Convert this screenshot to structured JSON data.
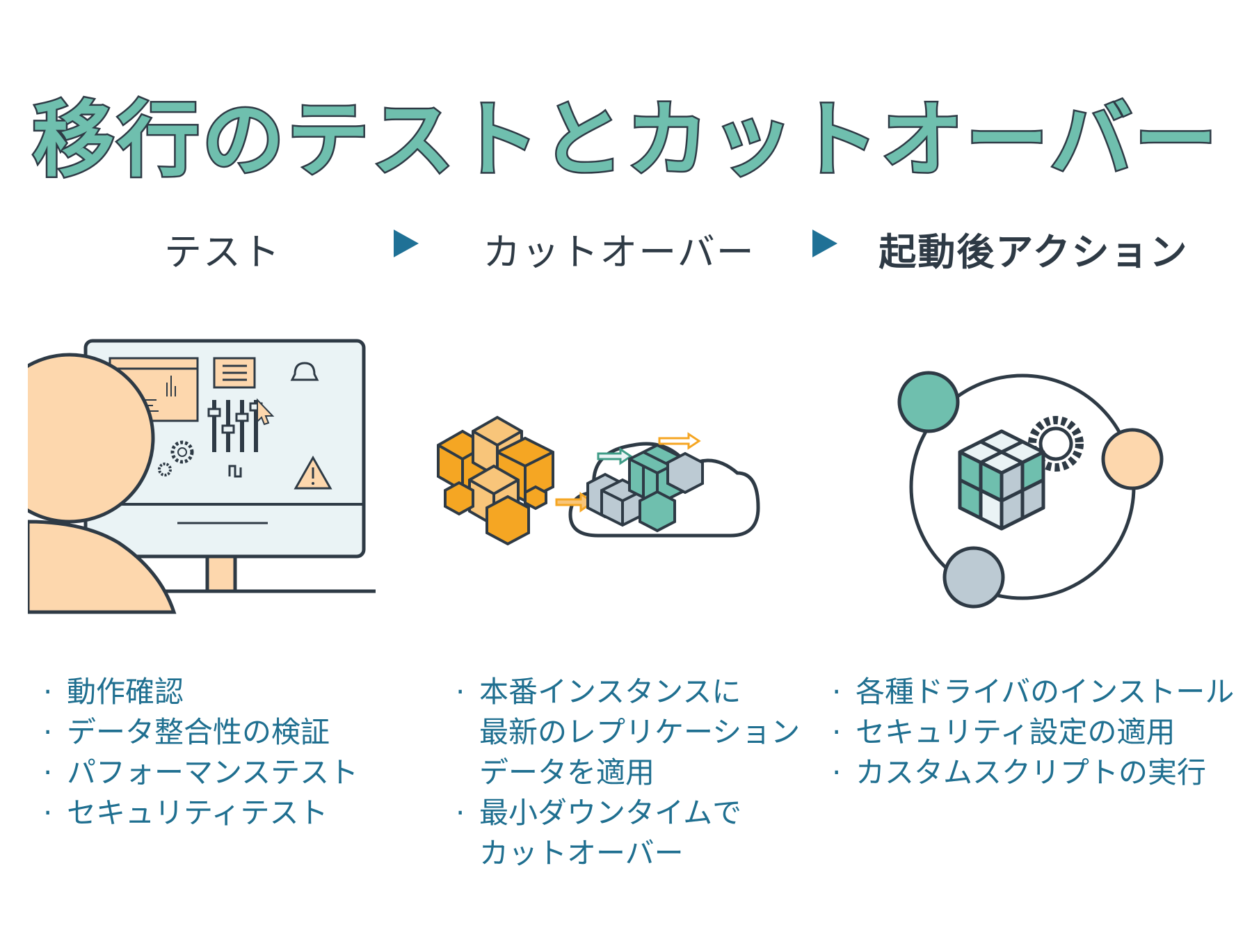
{
  "title": "移行のテストとカットオーバー",
  "steps": [
    {
      "label": "テスト"
    },
    {
      "label": "カットオーバー"
    },
    {
      "label": "起動後アクション"
    }
  ],
  "colors": {
    "accent_teal": "#6fbfae",
    "arrow_blue": "#1f7196",
    "outline": "#2e3a45",
    "orange": "#f5a623",
    "peach": "#fdd7ad",
    "gray_blue": "#bccad3",
    "screen_bg": "#eaf3f5",
    "list_text": "#1f6f90"
  },
  "icons": [
    "person-icon",
    "monitor-icon",
    "bell-icon",
    "gear-icon",
    "warning-icon",
    "cursor-icon",
    "cube-icon",
    "cloud-icon",
    "arrow-icon",
    "orbit-icon"
  ],
  "lists": {
    "test": [
      "動作確認",
      "データ整合性の検証",
      "パフォーマンステスト",
      "セキュリティテスト"
    ],
    "cutover": [
      "本番インスタンスに",
      "最新のレプリケーション",
      "データを適用",
      "最小ダウンタイムで",
      "カットオーバー"
    ],
    "post": [
      "各種ドライバのインストール",
      "セキュリティ設定の適用",
      "カスタムスクリプトの実行"
    ]
  }
}
